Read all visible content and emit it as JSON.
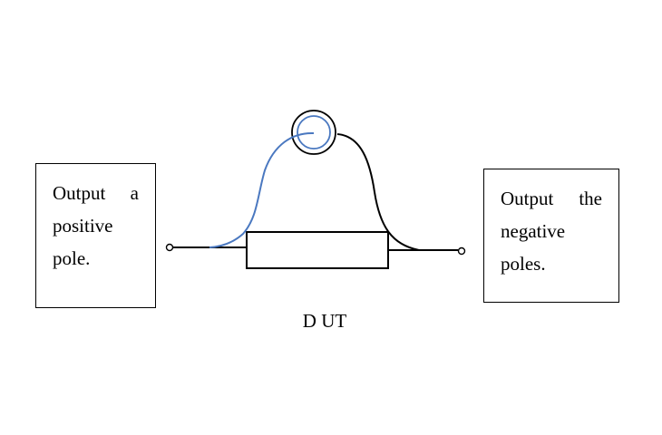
{
  "left_box": {
    "line1_word1": "Output",
    "line1_word2": "a",
    "line2": "positive",
    "line3": "pole."
  },
  "right_box": {
    "line1_word1": "Output",
    "line1_word2": "the",
    "line2": "negative",
    "line3": "poles."
  },
  "device_label": "D UT",
  "colors": {
    "line": "#000000",
    "probe_lead": "#4a78c0",
    "background": "#ffffff"
  }
}
